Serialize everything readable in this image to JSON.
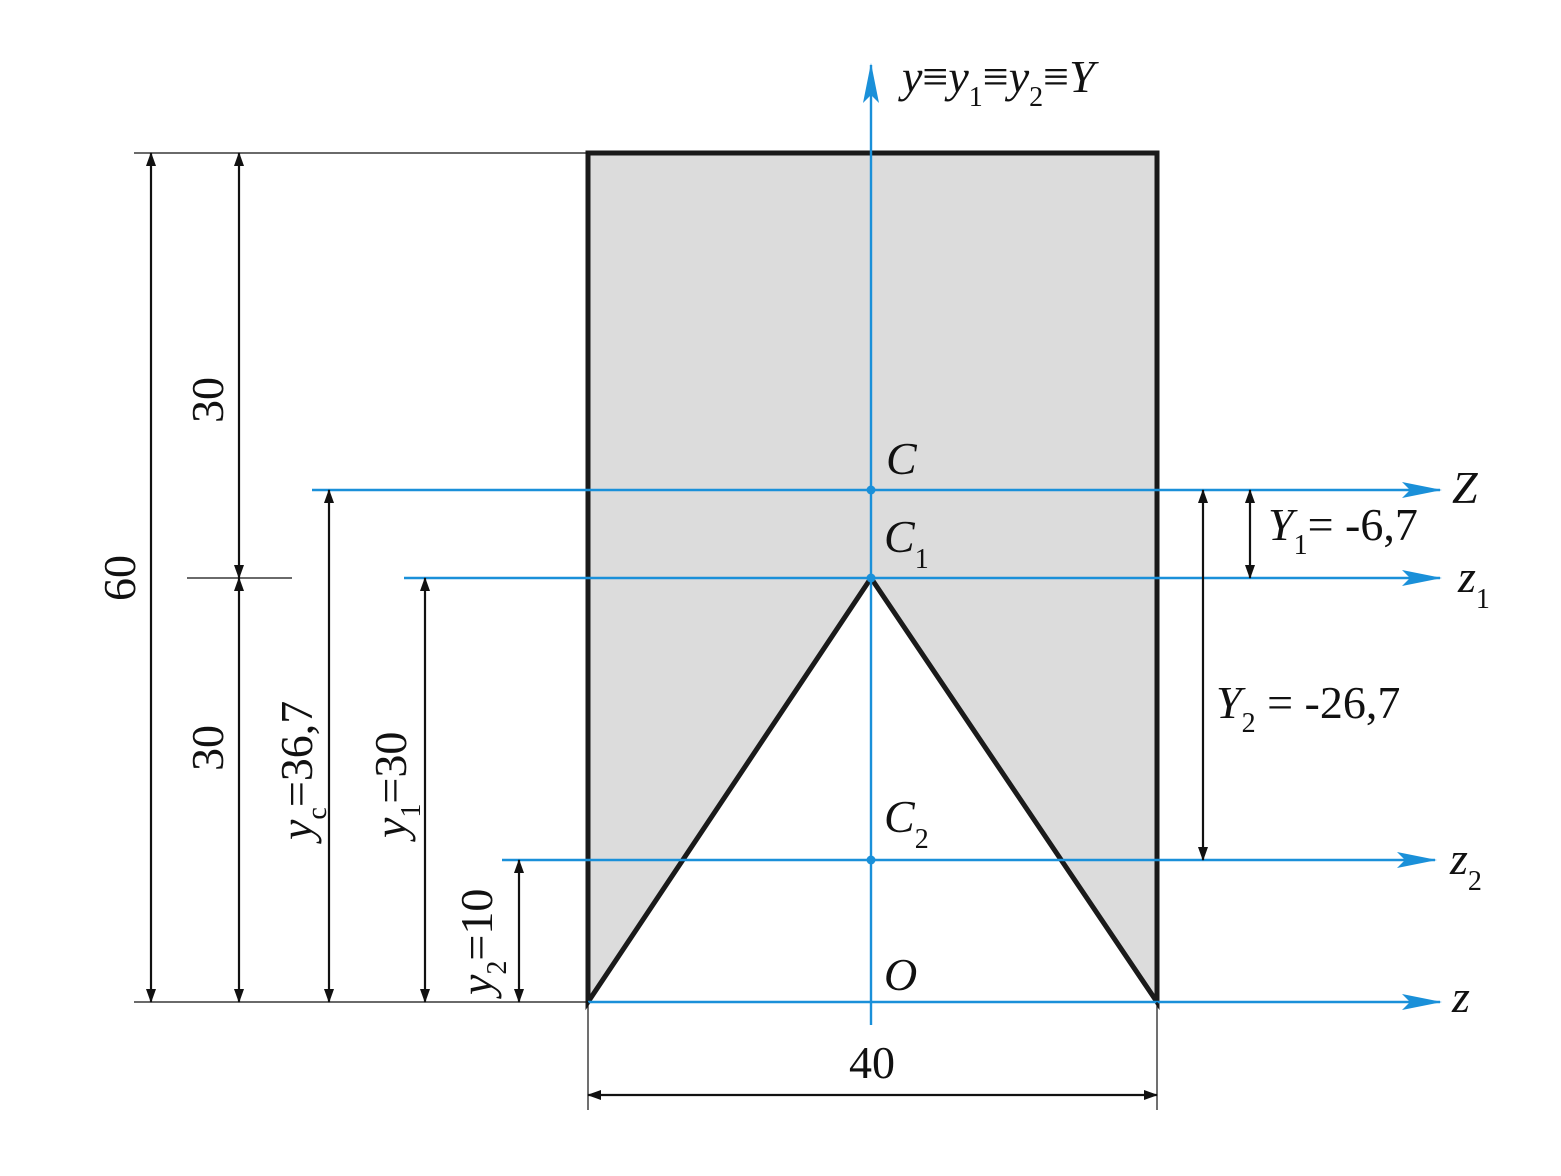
{
  "colors": {
    "axis": "#1a90d9",
    "shading": "#dcdcdc",
    "outline": "#1a1a1a",
    "dimension": "#111111"
  },
  "axes": {
    "vertical": {
      "p1": "y",
      "s1": "≡",
      "p2": "y",
      "sub2": "1",
      "s2": "≡",
      "p3": "y",
      "sub3": "2",
      "s3": "≡",
      "p4": "Y"
    },
    "Z": {
      "main": "Z",
      "sub": ""
    },
    "z1": {
      "main": "z",
      "sub": "1"
    },
    "z2": {
      "main": "z",
      "sub": "2"
    },
    "z": {
      "main": "z",
      "sub": ""
    }
  },
  "points": {
    "C": {
      "main": "C",
      "sub": ""
    },
    "C1": {
      "main": "C",
      "sub": "1"
    },
    "C2": {
      "main": "C",
      "sub": "2"
    },
    "O": {
      "main": "O",
      "sub": ""
    }
  },
  "dimensions": {
    "height_total": "60",
    "height_upper": "30",
    "height_lower": "30",
    "width": "40",
    "yc": {
      "var": "y",
      "sub": "c",
      "value": "=36,7"
    },
    "y1": {
      "var": "y",
      "sub": "1",
      "value": "=30"
    },
    "y2": {
      "var": "y",
      "sub": "2",
      "value": "=10"
    },
    "Y1": {
      "var": "Y",
      "sub": "1",
      "value": "= -6,7"
    },
    "Y2": {
      "var": "Y",
      "sub": "2",
      "value": " = -26,7"
    }
  }
}
